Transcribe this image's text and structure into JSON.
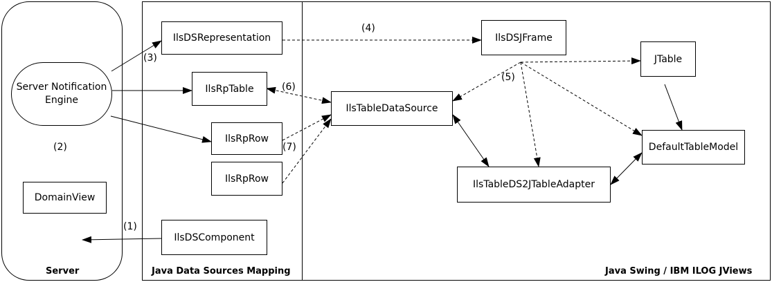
{
  "regions": {
    "server": "Server",
    "mapping": "Java Data Sources Mapping",
    "swing": "Java Swing / IBM ILOG JViews"
  },
  "nodes": {
    "engine_line1": "Server Notification",
    "engine_line2": "Engine",
    "domain_view": "DomainView",
    "ds_representation": "IlsDSRepresentation",
    "rp_table": "IlsRpTable",
    "rp_row_1": "IlsRpRow",
    "rp_row_2": "IlsRpRow",
    "ds_component": "IlsDSComponent",
    "ds_jframe": "IlsDSJFrame",
    "jtable": "JTable",
    "table_data_source": "IlsTableDataSource",
    "default_table_model": "DefaultTableModel",
    "adapter": "IlsTableDS2JTableAdapter"
  },
  "steps": {
    "s1": "(1)",
    "s2": "(2)",
    "s3": "(3)",
    "s4": "(4)",
    "s5": "(5)",
    "s6": "(6)",
    "s7": "(7)"
  }
}
